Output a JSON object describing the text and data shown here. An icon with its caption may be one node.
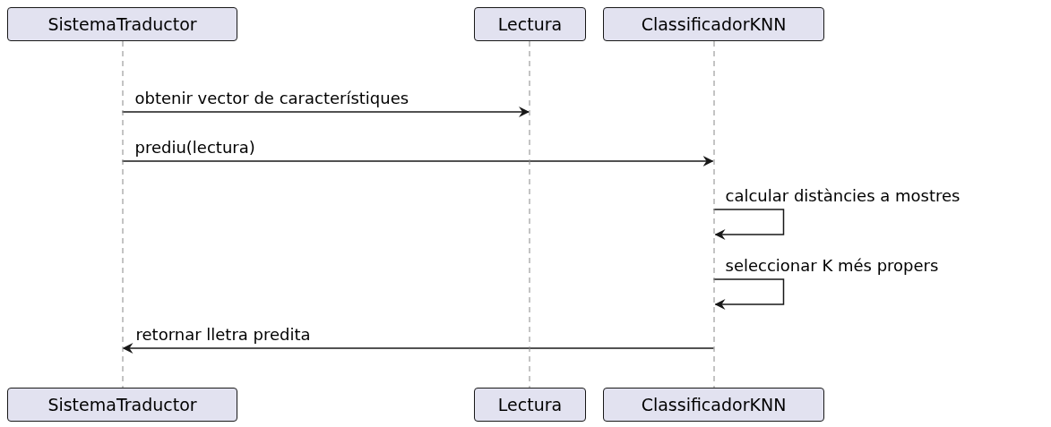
{
  "diagram": {
    "nodes": [
      {
        "text": [
          "SistemaTraductor"
        ]
      },
      {
        "text": [
          "Lectura"
        ]
      },
      {
        "text": [
          "ClassificadorKNN"
        ]
      },
      {
        "text": [
          "SistemaTraductor"
        ]
      },
      {
        "text": [
          "Lectura"
        ]
      },
      {
        "text": [
          "ClassificadorKNN"
        ]
      },
      {
        "text": [],
        "shape": "lifeline"
      },
      {
        "text": [],
        "shape": "lifeline"
      },
      {
        "text": [],
        "shape": "lifeline"
      }
    ],
    "edges": [
      {
        "from": 6,
        "to": 7,
        "arrow": "to",
        "label": "obtenir vector de característiques"
      },
      {
        "from": 6,
        "to": 8,
        "arrow": "to",
        "label": "prediu(lectura)"
      },
      {
        "from": 8,
        "to": 8,
        "arrow": "to",
        "label": "calcular distàncies a mostres"
      },
      {
        "from": 8,
        "to": 8,
        "arrow": "to",
        "label": "seleccionar K més propers"
      },
      {
        "from": 8,
        "to": 6,
        "arrow": "to",
        "label": "retornar lletra predita"
      }
    ]
  }
}
